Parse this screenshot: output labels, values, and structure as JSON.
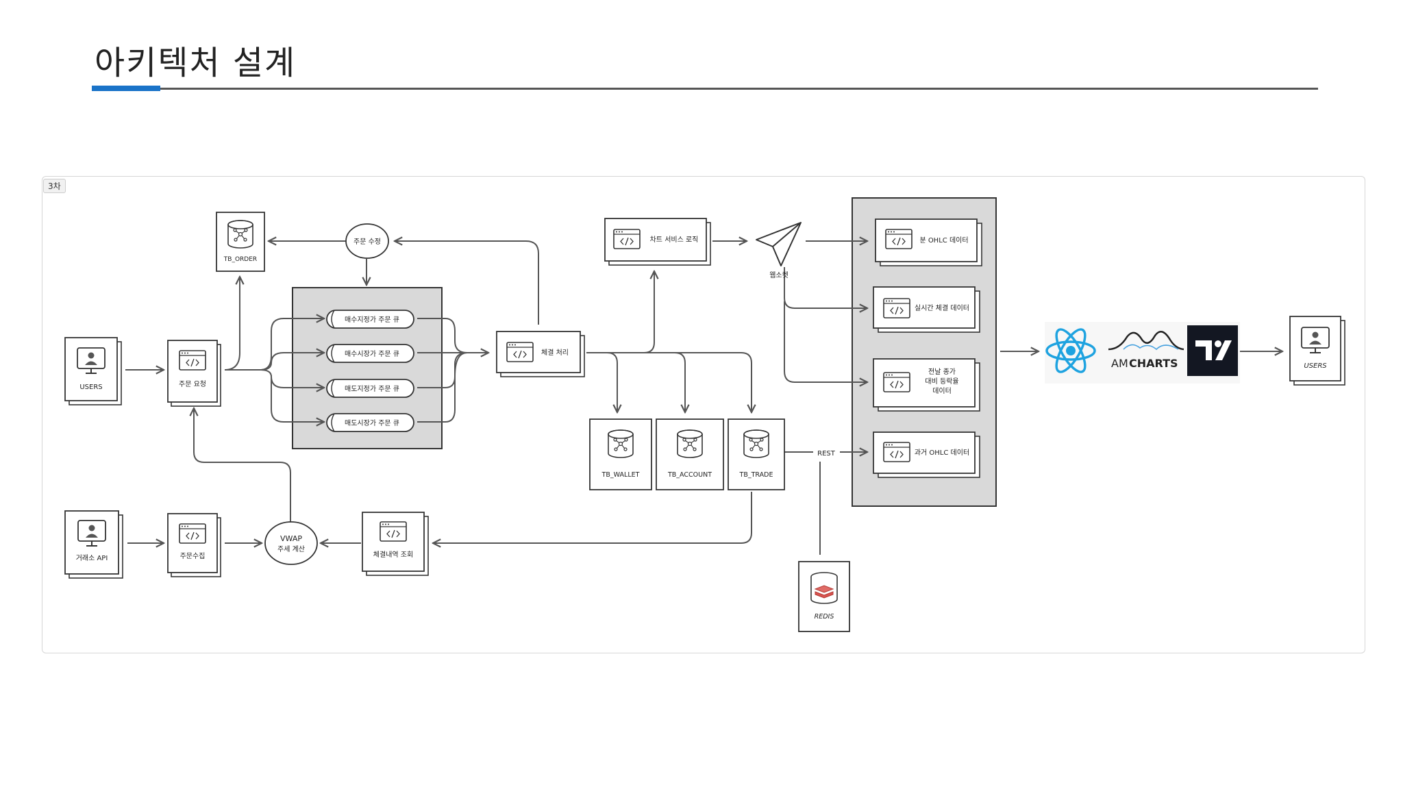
{
  "page": {
    "title": "아키텍처 설계",
    "frame_badge": "3차"
  },
  "nodes": {
    "users_left": "USERS",
    "order_request": "주문 요청",
    "tb_order": "TB_ORDER",
    "order_modify": "주문 수정",
    "queue_1": "매수지정가 주문 큐",
    "queue_2": "매수시장가 주문 큐",
    "queue_3": "매도지정가 주문 큐",
    "queue_4": "매도시장가 주문 큐",
    "match_process": "체결 처리",
    "chart_service": "차트 서비스 로직",
    "websocket": "웹소켓",
    "tb_wallet": "TB_WALLET",
    "tb_account": "TB_ACCOUNT",
    "tb_trade": "TB_TRADE",
    "rest_label": "REST",
    "redis": "REDIS",
    "minute_ohlc": "분 OHLC 데이터",
    "realtime_trade": "실시간 체결 데이터",
    "prev_close_1": "전날 종가",
    "prev_close_2": "대비 등락율",
    "prev_close_3": "데이터",
    "past_ohlc": "과거 OHLC 데이터",
    "exchange_api": "거래소 API",
    "order_collect": "주문수집",
    "vwap_1": "VWAP",
    "vwap_2": "주세 계산",
    "trade_history": "체결내역 조회",
    "amcharts_am": "AM",
    "amcharts_charts": "CHARTS",
    "users_right": "USERS"
  },
  "colors": {
    "accent": "#1a73c8",
    "react": "#1fa3e0",
    "tradingview_bg": "#131722",
    "redis": "#d9534f",
    "group_fill": "#d9d9d9",
    "stroke": "#555555"
  }
}
